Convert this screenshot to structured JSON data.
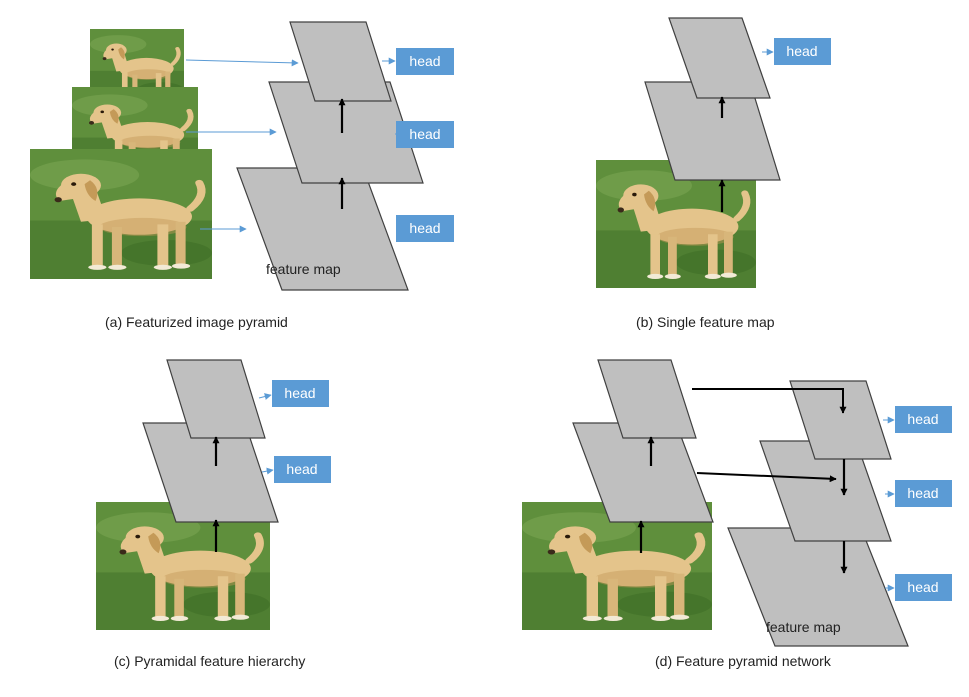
{
  "colors": {
    "feature_map_fill": "#bfbfbf",
    "feature_map_stroke": "#404040",
    "head_fill": "#5b9bd5",
    "head_text": "#ffffff",
    "thin_arrow": "#5b9bd5",
    "thick_arrow": "#000000",
    "grass_dark": "#4f7f32",
    "grass_light": "#7aa552",
    "dog_body": "#e4c48b",
    "dog_shadow": "#c49a58"
  },
  "icons": {
    "dog_photo": "labrador-dog-photo",
    "head_box": "detection-head-box"
  },
  "head_label": "head",
  "panels": [
    {
      "id": "a",
      "caption": "(a) Featurized image pyramid",
      "feature_map_label": "feature map"
    },
    {
      "id": "b",
      "caption": "(b) Single feature map"
    },
    {
      "id": "c",
      "caption": "(c) Pyramidal feature hierarchy"
    },
    {
      "id": "d",
      "caption": "(d) Feature pyramid network",
      "feature_map_label": "feature map"
    }
  ]
}
